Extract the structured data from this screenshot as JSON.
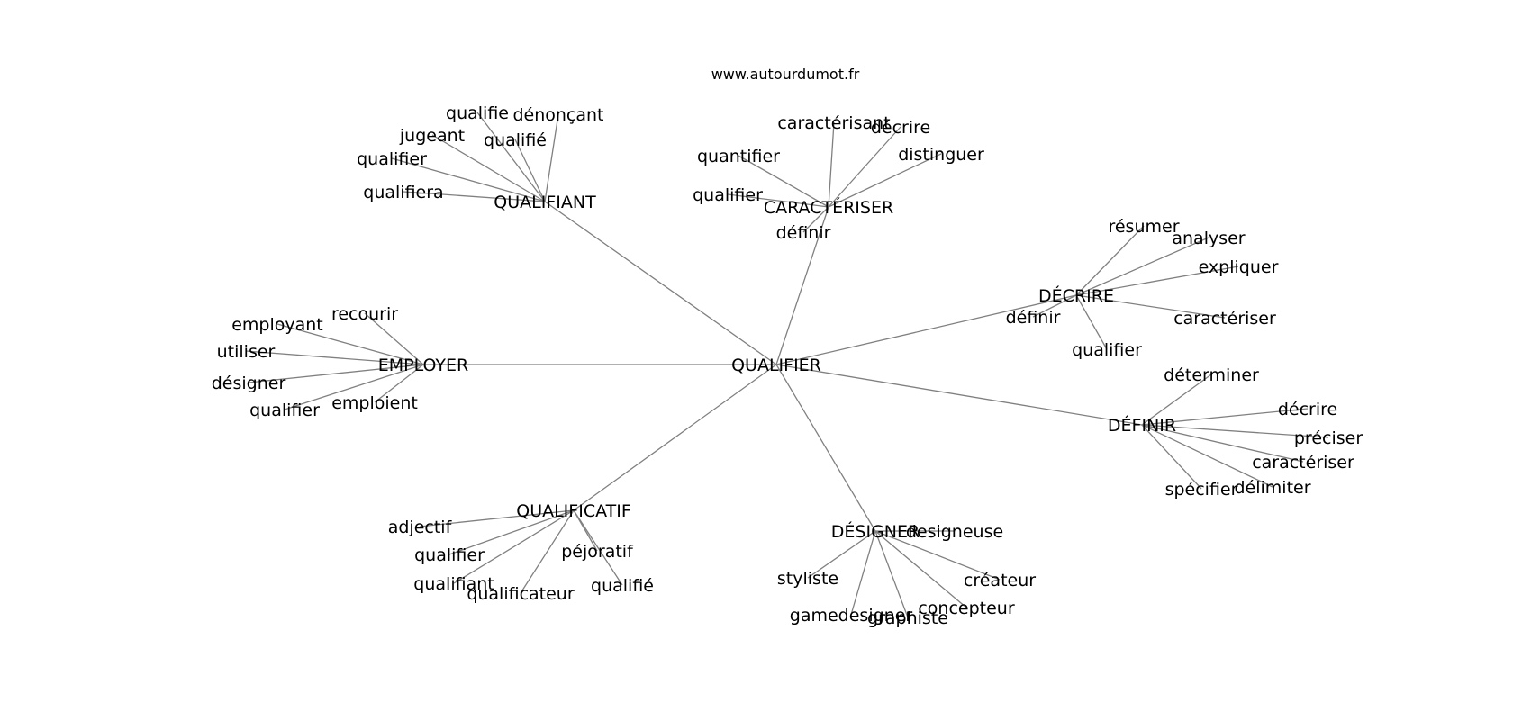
{
  "source": "www.autourdumot.fr",
  "center": "QUALIFIER",
  "hubs": {
    "qualifiant": {
      "label": "QUALIFIANT",
      "words": [
        "qualifie",
        "dénonçant",
        "jugeant",
        "qualifié",
        "qualifier",
        "qualifiera"
      ]
    },
    "caracteriser": {
      "label": "CARACTÉRISER",
      "words": [
        "caractérisant",
        "décrire",
        "quantifier",
        "distinguer",
        "qualifier",
        "définir"
      ]
    },
    "decrire": {
      "label": "DÉCRIRE",
      "words": [
        "résumer",
        "analyser",
        "expliquer",
        "définir",
        "caractériser",
        "qualifier"
      ]
    },
    "employer": {
      "label": "EMPLOYER",
      "words": [
        "recourir",
        "employant",
        "utiliser",
        "désigner",
        "emploient",
        "qualifier"
      ]
    },
    "definir": {
      "label": "DÉFINIR",
      "words": [
        "déterminer",
        "décrire",
        "préciser",
        "caractériser",
        "délimiter",
        "spécifier"
      ]
    },
    "qualificatif": {
      "label": "QUALIFICATIF",
      "words": [
        "adjectif",
        "qualifier",
        "péjoratif",
        "qualifiant",
        "qualifié",
        "qualificateur"
      ]
    },
    "designer": {
      "label": "DÉSIGNER",
      "words": [
        "designeuse",
        "styliste",
        "créateur",
        "concepteur",
        "gamedesigner",
        "graphiste"
      ]
    }
  }
}
